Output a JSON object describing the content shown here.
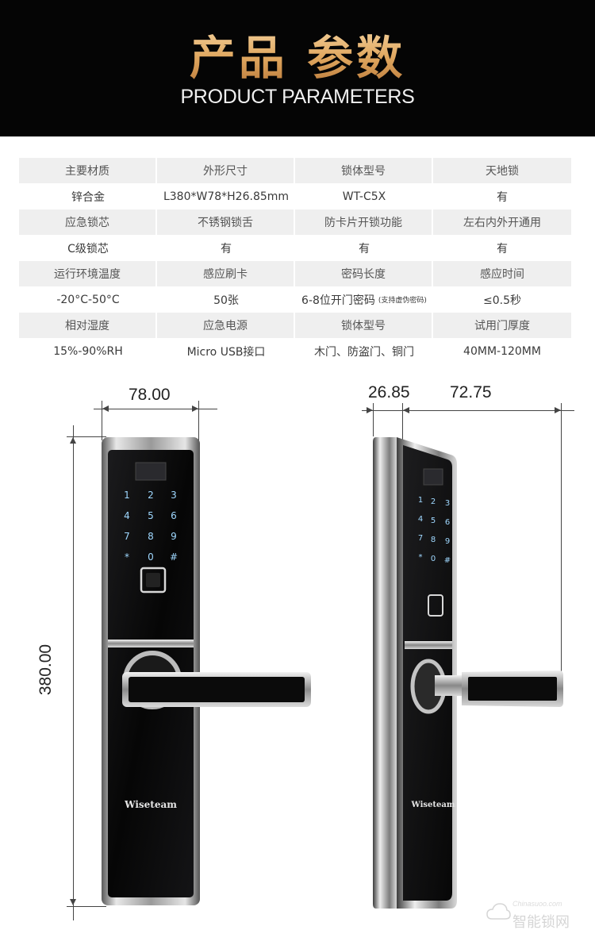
{
  "header": {
    "title_cn": "产品 参数",
    "title_en": "PRODUCT PARAMETERS"
  },
  "spec": [
    {
      "labels": [
        "主要材质",
        "外形尺寸",
        "锁体型号",
        "天地锁"
      ],
      "values": [
        "锌合金",
        "L380*W78*H26.85mm",
        "WT-C5X",
        "有"
      ]
    },
    {
      "labels": [
        "应急锁芯",
        "不锈钢锁舌",
        "防卡片开锁功能",
        "左右内外开通用"
      ],
      "values": [
        "C级锁芯",
        "有",
        "有",
        "有"
      ]
    },
    {
      "labels": [
        "运行环境温度",
        "感应刷卡",
        "密码长度",
        "感应时间"
      ],
      "values": [
        "-20°C-50°C",
        "50张",
        "6-8位开门密码",
        "≤0.5秒"
      ],
      "note": "(支持虚伪密码)"
    },
    {
      "labels": [
        "相对湿度",
        "应急电源",
        "锁体型号",
        "试用门厚度"
      ],
      "values": [
        "15%-90%RH",
        "Micro USB接口",
        "木门、防盗门、铜门",
        "40MM-120MM"
      ]
    }
  ],
  "dimensions": {
    "front_width": "78.00",
    "height": "380.00",
    "side_depth": "26.85",
    "side_handle": "72.75"
  },
  "lock": {
    "brand": "Wiseteam",
    "keys": [
      "1",
      "2",
      "3",
      "4",
      "5",
      "6",
      "7",
      "8",
      "9",
      "*",
      "0",
      "#"
    ]
  },
  "watermark": {
    "main": "智能锁网",
    "sub": "Chinasuoo.com"
  }
}
